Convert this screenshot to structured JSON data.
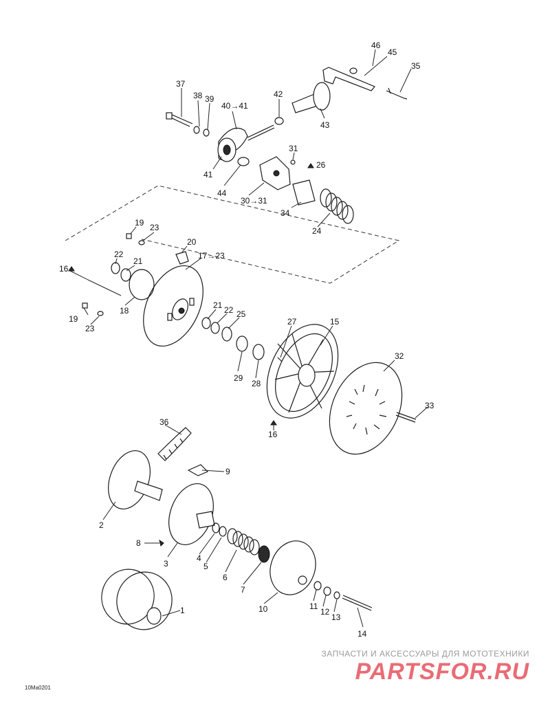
{
  "diagram_code": "10Ma0201",
  "watermark": {
    "tagline": "ЗАПЧАСТИ И АКСЕССУАРЫ ДЛЯ МОТОТЕХНИКИ",
    "logo": "PARTSFOR.RU"
  },
  "callouts": {
    "c46": "46",
    "c45": "45",
    "c35": "35",
    "c37": "37",
    "c38": "38",
    "c39": "39",
    "c40_41": "40→41",
    "c42": "42",
    "c43": "43",
    "c41": "41",
    "c31": "31",
    "c26": "26",
    "c44": "44",
    "c30_31": "30→31",
    "c34": "34",
    "c24": "24",
    "c19a": "19",
    "c23a": "23",
    "c20": "20",
    "c17_23": "17→23",
    "c22a": "22",
    "c21a": "21",
    "c16a": "16",
    "c18": "18",
    "c21b": "21",
    "c22b": "22",
    "c25": "25",
    "c19b": "19",
    "c23b": "23",
    "c27": "27",
    "c15": "15",
    "c29": "29",
    "c28": "28",
    "c32": "32",
    "c33": "33",
    "c16b": "16",
    "c36": "36",
    "c9": "9",
    "c2": "2",
    "c8": "8",
    "c3": "3",
    "c4": "4",
    "c5": "5",
    "c6": "6",
    "c7": "7",
    "c10": "10",
    "c11": "11",
    "c12": "12",
    "c13": "13",
    "c14": "14",
    "c1": "1"
  }
}
